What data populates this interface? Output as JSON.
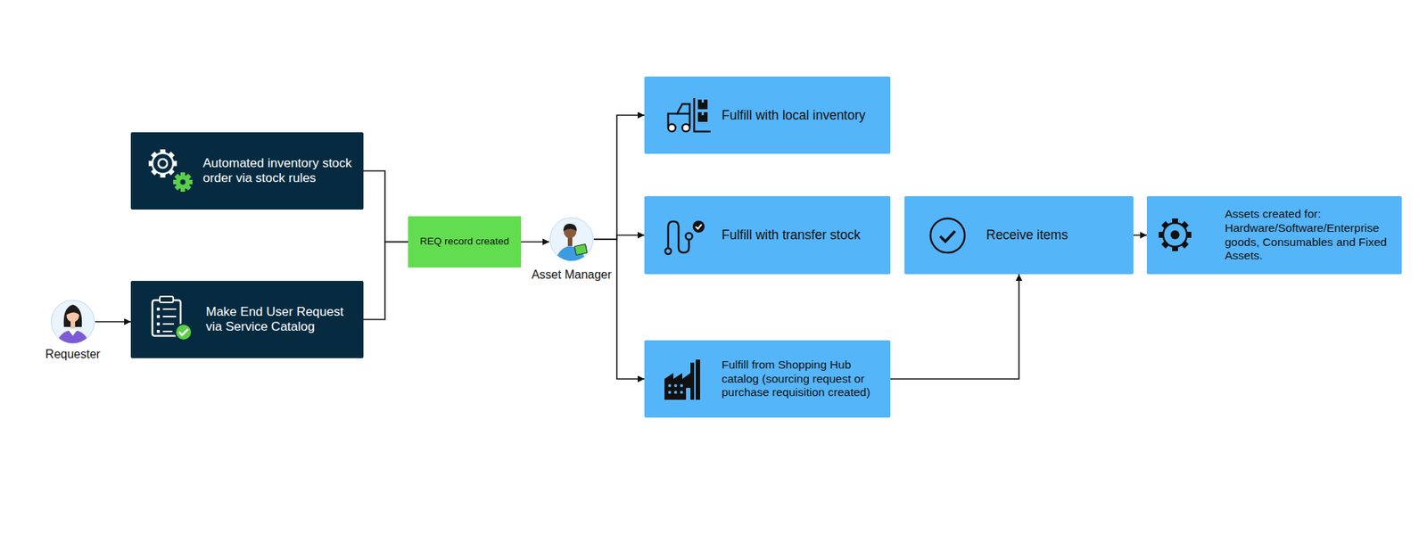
{
  "diagram": {
    "nodes": [
      {
        "text": [
          "Automated inventory stock order via stock rules"
        ]
      },
      {
        "text": [
          "Requester"
        ]
      },
      {
        "text": [
          "Make End User Request via Service Catalog"
        ]
      },
      {
        "text": [
          "REQ record created"
        ]
      },
      {
        "text": [
          "Asset Manager"
        ]
      },
      {
        "text": [
          "Fulfill with local inventory"
        ]
      },
      {
        "text": [
          "Fulfill with transfer stock"
        ]
      },
      {
        "text": [
          "Receive items"
        ]
      },
      {
        "text": [
          "Assets created for: Hardware/Software/Enterprise goods, Consumables and Fixed Assets."
        ]
      },
      {
        "text": [
          "Fulfill from Shopping Hub catalog (sourcing request or purchase requisition created)"
        ]
      }
    ],
    "edges": [
      {
        "from": 1,
        "to": 2,
        "arrow": "to"
      },
      {
        "from": 0,
        "to": 3,
        "arrow": "none"
      },
      {
        "from": 2,
        "to": 3,
        "arrow": "none"
      },
      {
        "from": 3,
        "to": 4,
        "arrow": "to"
      },
      {
        "from": 4,
        "to": 5,
        "arrow": "to"
      },
      {
        "from": 4,
        "to": 6,
        "arrow": "to"
      },
      {
        "from": 4,
        "to": 9,
        "arrow": "to"
      },
      {
        "from": 9,
        "to": 7,
        "arrow": "to"
      },
      {
        "from": 7,
        "to": 8,
        "arrow": "to"
      }
    ]
  }
}
